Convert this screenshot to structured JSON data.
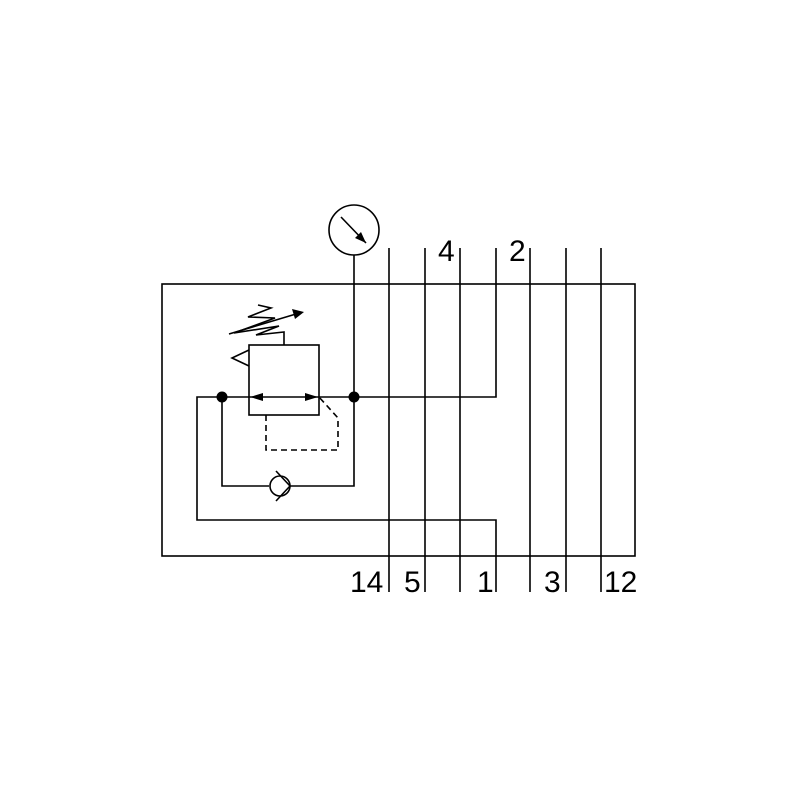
{
  "diagram": {
    "ports_top": [
      "4",
      "2"
    ],
    "ports_bottom": [
      "14",
      "5",
      "1",
      "3",
      "12"
    ]
  },
  "colors": {
    "line": "#000000",
    "background": "#ffffff"
  }
}
